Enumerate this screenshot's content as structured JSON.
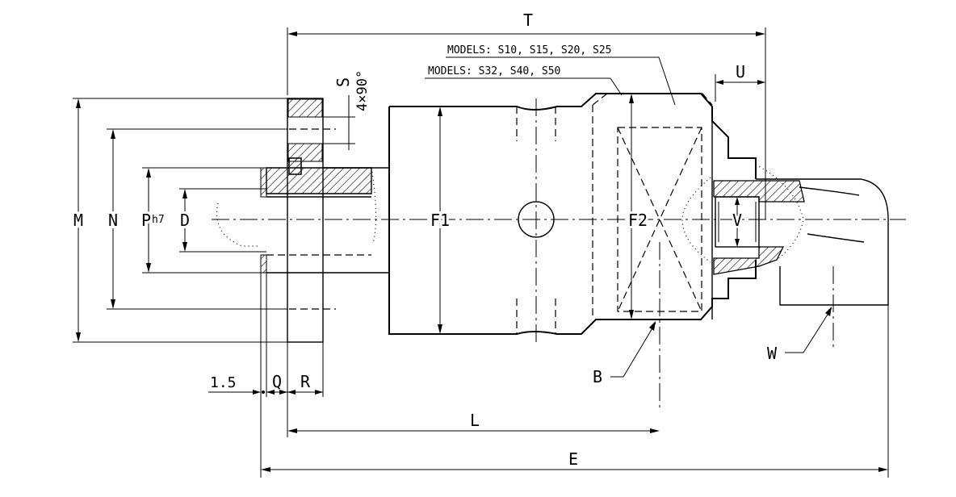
{
  "diagram": {
    "dimensions": {
      "T": "T",
      "U": "U",
      "M": "M",
      "N": "N",
      "P": "P",
      "P_tol": "h7",
      "D": "D",
      "F1": "F1",
      "F2": "F2",
      "V": "V",
      "S": "S",
      "S_note": "4×90°",
      "Q": "Q",
      "R": "R",
      "flange_gap": "1.5",
      "L": "L",
      "E": "E",
      "B": "B",
      "W": "W"
    },
    "notes": {
      "models_upper": "MODELS: S10, S15, S20, S25",
      "models_lower": "MODELS: S32, S40, S50"
    }
  }
}
